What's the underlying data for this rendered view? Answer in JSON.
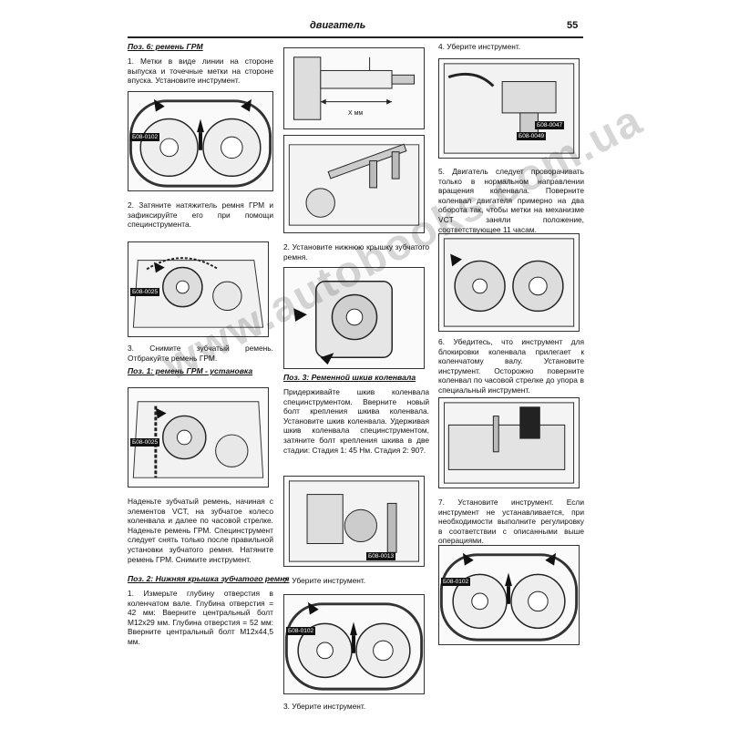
{
  "header": {
    "title": "двигатель",
    "page_number": "55"
  },
  "watermark": "www.autobooks.com.ua",
  "col1": {
    "heading_pos6": "Поз. 6: ремень ГРМ",
    "para_pos6_1": "1. Метки в виде линии на стороне выпуска и точечные метки на стороне впуска. Установите инструмент.",
    "fig1_code": "Б08-0102",
    "para_pos6_2": "2. Затяните натяжитель ремня ГРМ и зафиксируйте его при помощи специнструмента.",
    "fig2_code": "Б08-0025",
    "para_pos6_3": "3. Снимите зубчатый ремень. Отбракуйте ремень ГРМ.",
    "heading_pos1": "Поз. 1: ремень ГРМ - установка",
    "fig3_code": "Б08-0025",
    "para_pos1": "Наденьте зубчатый ремень, начиная с элементов VCT, на зубчатое колесо коленвала и далее по часовой стрелке. Наденьте ремень ГРМ. Специнструмент следует снять только после правильной установки зубчатого ремня. Натяните ремень ГРМ. Снимите инструмент.",
    "heading_pos2": "Поз. 2: Нижняя крышка зубчатого ремня",
    "para_pos2": "1. Измерьте глубину отверстия в коленчатом вале. Глубина отверстия = 42 мм: Вверните центральный болт M12x29 мм. Глубина отверстия = 52 мм: Вверните центральный болт M12x44,5 мм."
  },
  "col2": {
    "fig_measure_label": "X мм",
    "para_install_cover": "2. Установите нижнюю крышку зубчатого ремня.",
    "heading_pos3": "Поз. 3: Ременной шкив коленвала",
    "para_pos3": "Придерживайте шкив коленвала специнструментом. Вверните новый болт крепления шкива коленвала. Установите шкив коленвала. Удерживая шкив коленвала специнструментом, затяните болт крепления шкива в две стадии: Стадия 1: 45 Нм. Стадия 2: 90?.",
    "fig_pulley_code": "Б08-0013",
    "para_remove_tool_2": "2. Уберите инструмент.",
    "fig_marks_code": "Б08-0102",
    "para_remove_tool_3": "3. Уберите инструмент."
  },
  "col3": {
    "para_remove_tool_4": "4. Уберите инструмент.",
    "fig_tool_code": "Б08-0047",
    "fig_tool_code2": "Б08-0049",
    "para_rotate": "5. Двигатель следует проворачивать только в нормальном направлении вращения коленвала. Поверните коленвал двигателя примерно на два оборота так, чтобы метки на механизме VCT заняли положение, соответствующее 11 часам.",
    "para_check_tool": "6. Убедитесь, что инструмент для блокировки коленвала прилегает к коленчатому валу. Установите инструмент. Осторожно поверните коленвал по часовой стрелке до упора в специальный инструмент.",
    "para_install_tool": "7. Установите инструмент. Если инструмент не устанавливается, при необходимости выполните регулировку в соответствии с описанными выше операциями.",
    "fig_final_code": "Б08-0102"
  }
}
